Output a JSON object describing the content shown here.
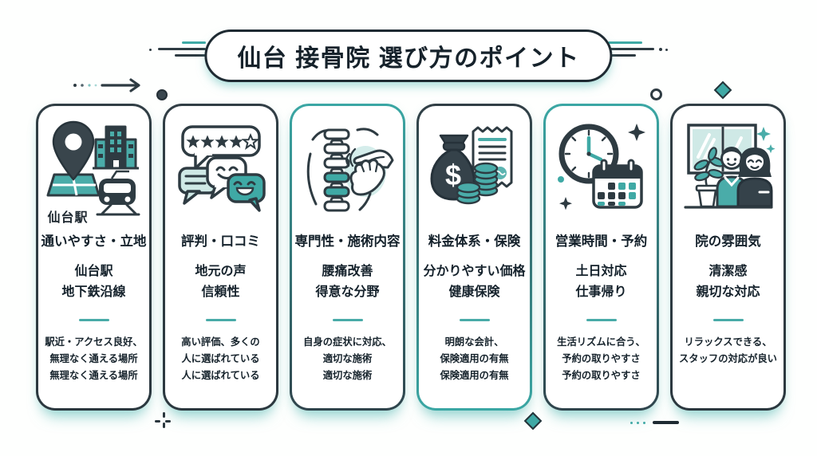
{
  "header": {
    "title": "仙台 接骨院 選び方のポイント"
  },
  "colors": {
    "accent_teal": "#3fa9a5",
    "dark_slate": "#2e3b42",
    "light_teal": "#cfe9e6",
    "card_background": "#ffffff"
  },
  "cards": [
    {
      "icon": "map-pin-station-icon",
      "icon_label": "仙台駅",
      "title": "通いやすさ・立地",
      "subtitle_lines": [
        "仙台駅",
        "地下鉄沿線"
      ],
      "description_lines": [
        "駅近・アクセス良好、",
        "無理なく通える場所",
        "無理なく通える場所"
      ]
    },
    {
      "icon": "review-bubbles-icon",
      "rating": {
        "filled_stars": 4,
        "outlined_stars": 1
      },
      "title": "評判・口コミ",
      "subtitle_lines": [
        "地元の声",
        "信頼性"
      ],
      "description_lines": [
        "高い評価、多くの",
        "人に選ばれている",
        "人に選ばれている"
      ]
    },
    {
      "icon": "spine-massage-icon",
      "title": "専門性・施術内容",
      "subtitle_lines": [
        "腰痛改善",
        "得意な分野"
      ],
      "description_lines": [
        "自身の症状に対応、",
        "適切な施術",
        "適切な施術"
      ]
    },
    {
      "icon": "money-bag-receipt-icon",
      "currency_symbol": "$",
      "title": "料金体系・保険",
      "subtitle_lines": [
        "分かりやすい価格",
        "健康保険"
      ],
      "description_lines": [
        "明朗な会計、",
        "保険適用の有無",
        "保険適用の有無"
      ]
    },
    {
      "icon": "clock-calendar-icon",
      "title": "営業時間・予約",
      "subtitle_lines": [
        "土日対応",
        "仕事帰り"
      ],
      "description_lines": [
        "生活リズムに合う、",
        "予約の取りやすさ",
        "予約の取りやすさ"
      ]
    },
    {
      "icon": "clinic-staff-icon",
      "title": "院の雰囲気",
      "subtitle_lines": [
        "清潔感",
        "親切な対応"
      ],
      "description_lines": [
        "リラックスできる、",
        "スタッフの対応が良い"
      ]
    }
  ]
}
